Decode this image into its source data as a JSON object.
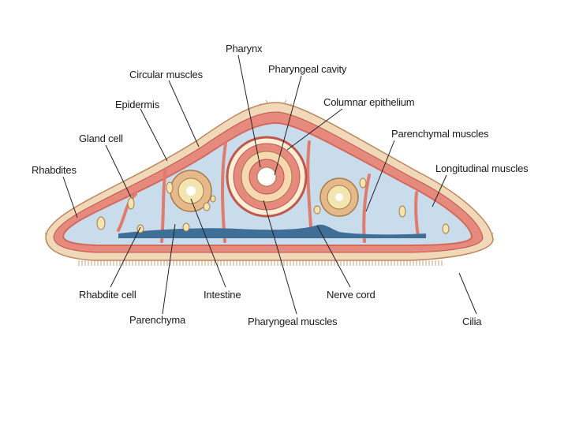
{
  "labels": {
    "pharynx": "Pharynx",
    "pharyngeal_cavity": "Pharyngeal cavity",
    "circular_muscles": "Circular muscles",
    "epidermis": "Epidermis",
    "columnar_epithelium": "Columnar epithelium",
    "gland_cell": "Gland cell",
    "parenchymal_muscles": "Parenchymal muscles",
    "rhabdites": "Rhabdites",
    "longitudinal_muscles": "Longitudinal muscles",
    "rhabdite_cell": "Rhabdite cell",
    "intestine": "Intestine",
    "nerve_cord": "Nerve cord",
    "parenchyma": "Parenchyma",
    "pharyngeal_muscles": "Pharyngeal muscles",
    "cilia": "Cilia"
  },
  "colors": {
    "epidermis": "#f0d8b8",
    "muscle_layer": "#e58a7c",
    "parenchyma": "#c9dcec",
    "nerve": "#3f6f96",
    "intestine_fill": "#f3e4b0"
  }
}
